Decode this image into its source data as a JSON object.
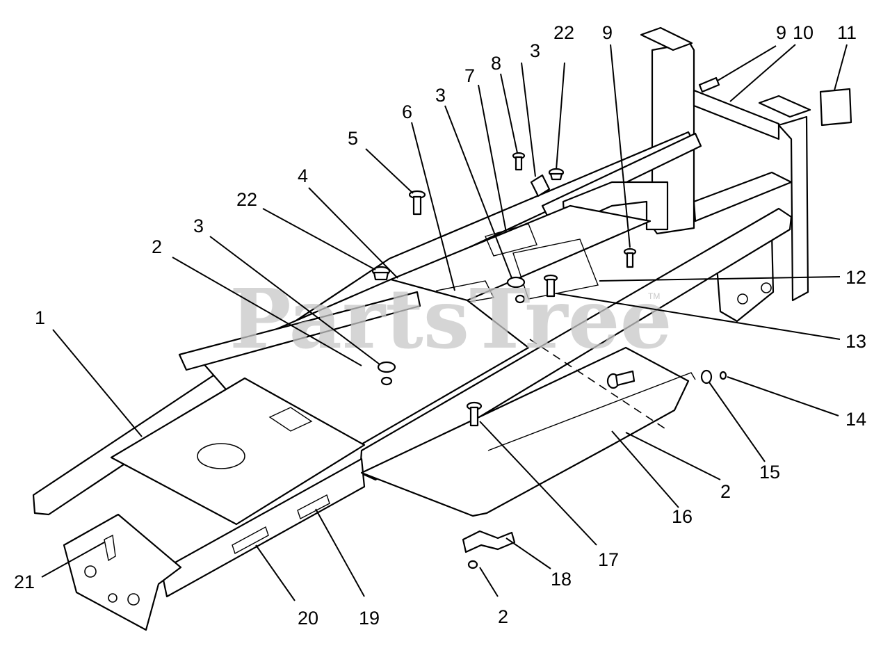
{
  "watermark": {
    "text": "PartsTree",
    "tm": "TM"
  },
  "callouts": [
    {
      "id": "c1",
      "label": "1"
    },
    {
      "id": "c2a",
      "label": "2"
    },
    {
      "id": "c2b",
      "label": "2"
    },
    {
      "id": "c2c",
      "label": "2"
    },
    {
      "id": "c3a",
      "label": "3"
    },
    {
      "id": "c3b",
      "label": "3"
    },
    {
      "id": "c3c",
      "label": "3"
    },
    {
      "id": "c4",
      "label": "4"
    },
    {
      "id": "c5",
      "label": "5"
    },
    {
      "id": "c6",
      "label": "6"
    },
    {
      "id": "c7",
      "label": "7"
    },
    {
      "id": "c8",
      "label": "8"
    },
    {
      "id": "c9a",
      "label": "9"
    },
    {
      "id": "c9b",
      "label": "9"
    },
    {
      "id": "c10",
      "label": "10"
    },
    {
      "id": "c11",
      "label": "11"
    },
    {
      "id": "c12",
      "label": "12"
    },
    {
      "id": "c13",
      "label": "13"
    },
    {
      "id": "c14",
      "label": "14"
    },
    {
      "id": "c15",
      "label": "15"
    },
    {
      "id": "c16",
      "label": "16"
    },
    {
      "id": "c17",
      "label": "17"
    },
    {
      "id": "c18",
      "label": "18"
    },
    {
      "id": "c19",
      "label": "19"
    },
    {
      "id": "c20",
      "label": "20"
    },
    {
      "id": "c21",
      "label": "21"
    },
    {
      "id": "c22a",
      "label": "22"
    },
    {
      "id": "c22b",
      "label": "22"
    }
  ]
}
